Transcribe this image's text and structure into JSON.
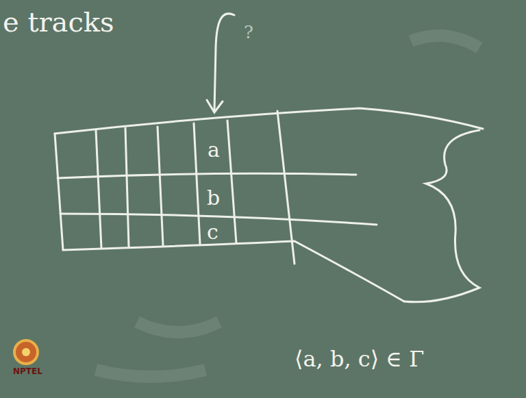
{
  "diagram": {
    "labels": [
      "e tracks",
      "?",
      "a",
      "b",
      "c",
      "⟨a, b, c⟩ ∈ Γ",
      "NPTEL"
    ]
  }
}
